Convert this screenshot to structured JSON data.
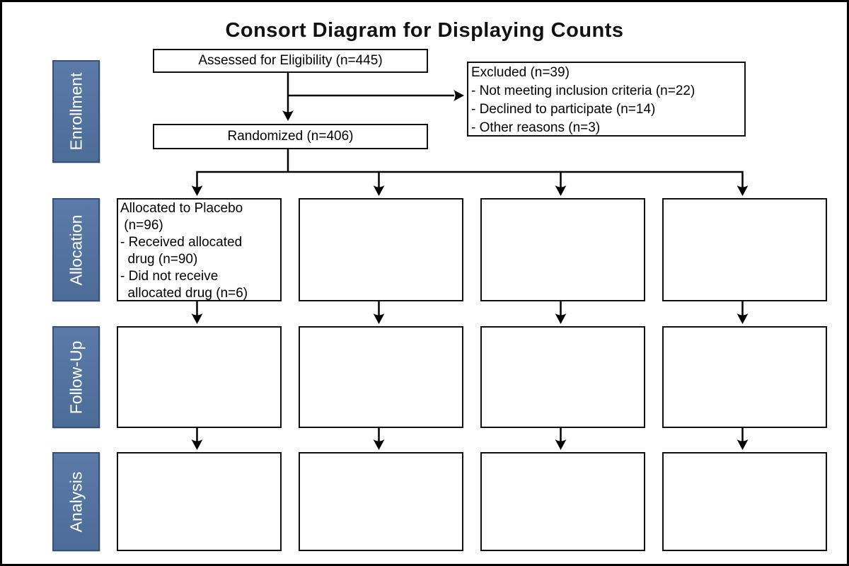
{
  "title": "Consort Diagram for Displaying Counts",
  "accent_color": "#52739f",
  "stage_labels": {
    "enrollment": "Enrollment",
    "allocation": "Allocation",
    "followup": "Follow-Up",
    "analysis": "Analysis"
  },
  "boxes": {
    "assessed": "Assessed for Eligibility (n=445)",
    "randomized": "Randomized (n=406)",
    "excluded": {
      "lines": [
        "Excluded (n=39)",
        "- Not meeting inclusion criteria (n=22)",
        "- Declined to participate (n=14)",
        "- Other reasons (n=3)"
      ]
    },
    "allocated_placebo": {
      "lines": [
        "Allocated to Placebo",
        " (n=96)",
        "- Received allocated",
        "  drug (n=90)",
        "- Did not receive",
        "  allocated drug (n=6)"
      ]
    }
  }
}
